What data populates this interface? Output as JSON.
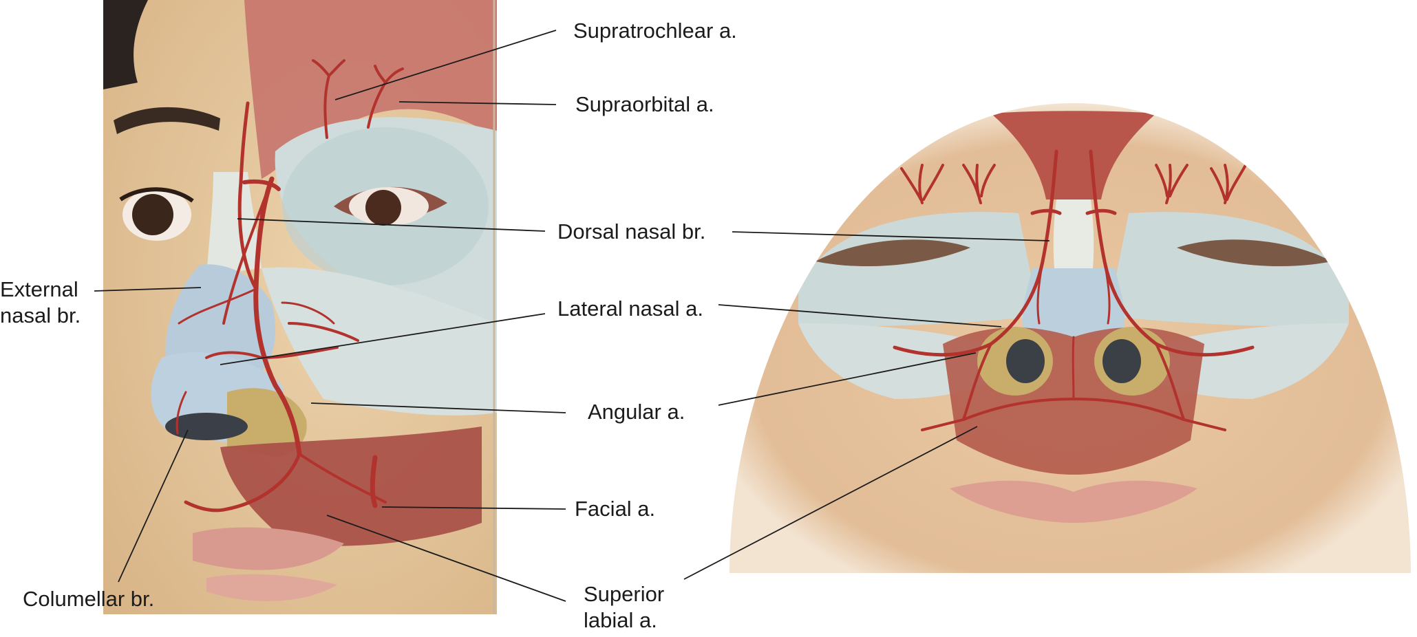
{
  "labels": {
    "supratrochlear": "Supratrochlear a.",
    "supraorbital": "Supraorbital a.",
    "dorsal_nasal": "Dorsal nasal br.",
    "external_nasal_line1": "External",
    "external_nasal_line2": "nasal br.",
    "lateral_nasal": "Lateral nasal a.",
    "angular": "Angular a.",
    "facial": "Facial a.",
    "columellar": "Columellar br.",
    "superior_labial_line1": "Superior",
    "superior_labial_line2": "labial a."
  },
  "colors": {
    "artery": "#b2332e",
    "skin": "#e3c39a",
    "muscle": "#b8584c",
    "cartilage": "#b7cad8",
    "bone": "#d8e2e0",
    "leader": "#1b1b1b"
  }
}
